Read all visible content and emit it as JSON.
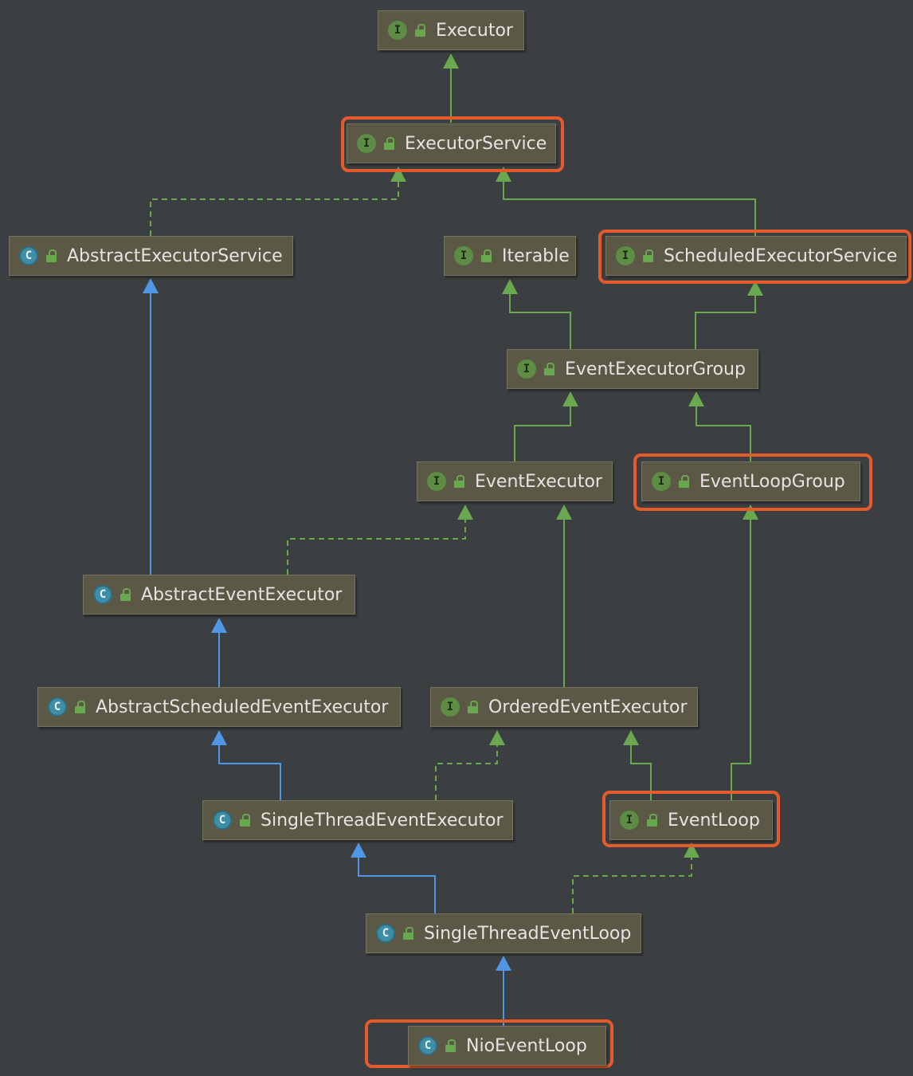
{
  "colors": {
    "background": "#3c3f41",
    "node_fill": "#5b5846",
    "interface_edge": "#6aa84f",
    "class_edge": "#4f97e4",
    "highlight": "#e55a2b"
  },
  "nodes": [
    {
      "id": "executor",
      "label": "Executor",
      "kind": "I"
    },
    {
      "id": "executorservice",
      "label": "ExecutorService",
      "kind": "I"
    },
    {
      "id": "abstractexecutorservice",
      "label": "AbstractExecutorService",
      "kind": "C"
    },
    {
      "id": "iterable",
      "label": "Iterable",
      "kind": "I"
    },
    {
      "id": "scheduledexecutorservice",
      "label": "ScheduledExecutorService",
      "kind": "I"
    },
    {
      "id": "eventexecutorgroup",
      "label": "EventExecutorGroup",
      "kind": "I"
    },
    {
      "id": "eventexecutor",
      "label": "EventExecutor",
      "kind": "I"
    },
    {
      "id": "eventloopgroup",
      "label": "EventLoopGroup",
      "kind": "I"
    },
    {
      "id": "abstracteventexecutor",
      "label": "AbstractEventExecutor",
      "kind": "C"
    },
    {
      "id": "abstractscheduledeventexecutor",
      "label": "AbstractScheduledEventExecutor",
      "kind": "C"
    },
    {
      "id": "orderedeventexecutor",
      "label": "OrderedEventExecutor",
      "kind": "I"
    },
    {
      "id": "singlethreadeventexecutor",
      "label": "SingleThreadEventExecutor",
      "kind": "C"
    },
    {
      "id": "eventloop",
      "label": "EventLoop",
      "kind": "I"
    },
    {
      "id": "singlethreadeventloop",
      "label": "SingleThreadEventLoop",
      "kind": "C"
    },
    {
      "id": "nioeventloop",
      "label": "NioEventLoop",
      "kind": "C"
    }
  ],
  "edges": [
    {
      "from": "executorservice",
      "to": "executor",
      "type": "extends-interface"
    },
    {
      "from": "abstractexecutorservice",
      "to": "executorservice",
      "type": "implements"
    },
    {
      "from": "scheduledexecutorservice",
      "to": "executorservice",
      "type": "extends-interface"
    },
    {
      "from": "eventexecutorgroup",
      "to": "iterable",
      "type": "extends-interface"
    },
    {
      "from": "eventexecutorgroup",
      "to": "scheduledexecutorservice",
      "type": "extends-interface"
    },
    {
      "from": "eventexecutor",
      "to": "eventexecutorgroup",
      "type": "extends-interface"
    },
    {
      "from": "eventloopgroup",
      "to": "eventexecutorgroup",
      "type": "extends-interface"
    },
    {
      "from": "abstracteventexecutor",
      "to": "abstractexecutorservice",
      "type": "extends-class"
    },
    {
      "from": "abstracteventexecutor",
      "to": "eventexecutor",
      "type": "implements"
    },
    {
      "from": "orderedeventexecutor",
      "to": "eventexecutor",
      "type": "extends-interface"
    },
    {
      "from": "abstractscheduledeventexecutor",
      "to": "abstracteventexecutor",
      "type": "extends-class"
    },
    {
      "from": "singlethreadeventexecutor",
      "to": "abstractscheduledeventexecutor",
      "type": "extends-class"
    },
    {
      "from": "singlethreadeventexecutor",
      "to": "orderedeventexecutor",
      "type": "implements"
    },
    {
      "from": "eventloop",
      "to": "orderedeventexecutor",
      "type": "extends-interface"
    },
    {
      "from": "eventloop",
      "to": "eventloopgroup",
      "type": "extends-interface"
    },
    {
      "from": "singlethreadeventloop",
      "to": "singlethreadeventexecutor",
      "type": "extends-class"
    },
    {
      "from": "singlethreadeventloop",
      "to": "eventloop",
      "type": "implements"
    },
    {
      "from": "nioeventloop",
      "to": "singlethreadeventloop",
      "type": "extends-class"
    }
  ],
  "highlighted": [
    "executorservice",
    "scheduledexecutorservice",
    "eventloopgroup",
    "eventloop",
    "nioeventloop"
  ]
}
